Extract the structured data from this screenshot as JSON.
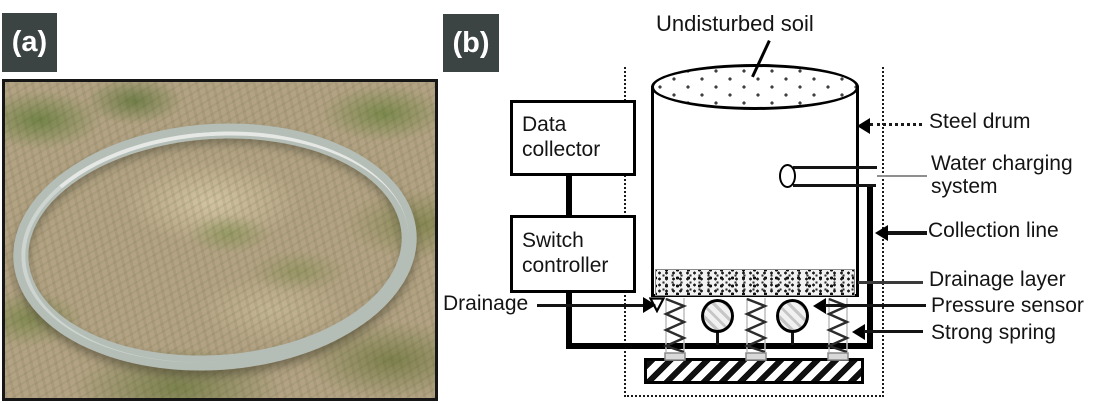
{
  "figure": {
    "panel_a": {
      "tag": "(a)"
    },
    "panel_b": {
      "tag": "(b)",
      "top_label": "Undisturbed soil",
      "boxes": {
        "data_collector": "Data collector",
        "switch_controller": "Switch controller"
      },
      "left_label": "Drainage",
      "right_labels": {
        "steel_drum": "Steel drum",
        "water_charging_system": "Water charging system",
        "collection_line": "Collection line",
        "drainage_layer": "Drainage layer",
        "pressure_sensor": "Pressure sensor",
        "strong_spring": "Strong spring"
      }
    },
    "colors": {
      "ink": "#141414",
      "panel_tag_bg": "#3c4343",
      "panel_tag_text": "#ffffff",
      "leader_gray": "#8f8f8f"
    }
  }
}
